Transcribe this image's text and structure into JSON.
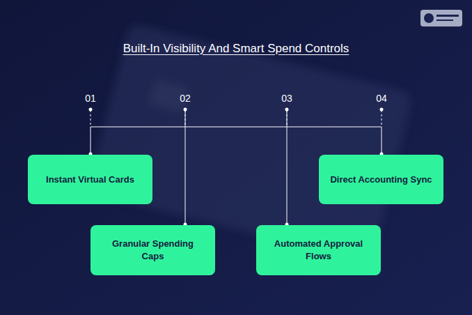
{
  "diagram": {
    "title": "Built-In Visibility And Smart Spend Controls",
    "nodes": [
      {
        "text": [
          "Instant Virtual Cards"
        ]
      },
      {
        "text": [
          "Granular Spending Caps"
        ]
      },
      {
        "text": [
          "Automated Approval Flows"
        ]
      },
      {
        "text": [
          "Direct Accounting Sync"
        ]
      }
    ],
    "labels": [
      "01",
      "02",
      "03",
      "04"
    ]
  }
}
